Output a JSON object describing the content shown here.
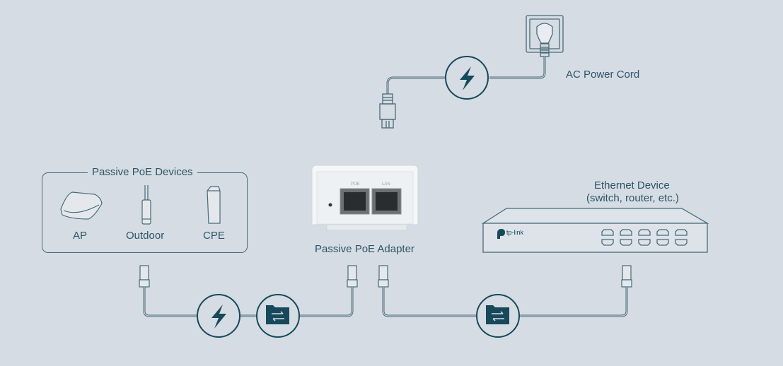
{
  "labels": {
    "ac_power_cord": "AC Power Cord",
    "passive_poe_devices": "Passive PoE Devices",
    "ap": "AP",
    "outdoor": "Outdoor",
    "cpe": "CPE",
    "passive_poe_adapter": "Passive PoE Adapter",
    "adapter_port_poe": "POE",
    "adapter_port_lan": "LAN",
    "ethernet_device": "Ethernet Device",
    "ethernet_device_sub": "(switch, router, etc.)",
    "switch_brand": "tp-link"
  },
  "icons": {
    "power": "lightning-bolt-icon",
    "data": "folder-transfer-icon"
  },
  "colors": {
    "background": "#d5dce4",
    "accent": "#17495a",
    "line": "#4a6a78"
  }
}
